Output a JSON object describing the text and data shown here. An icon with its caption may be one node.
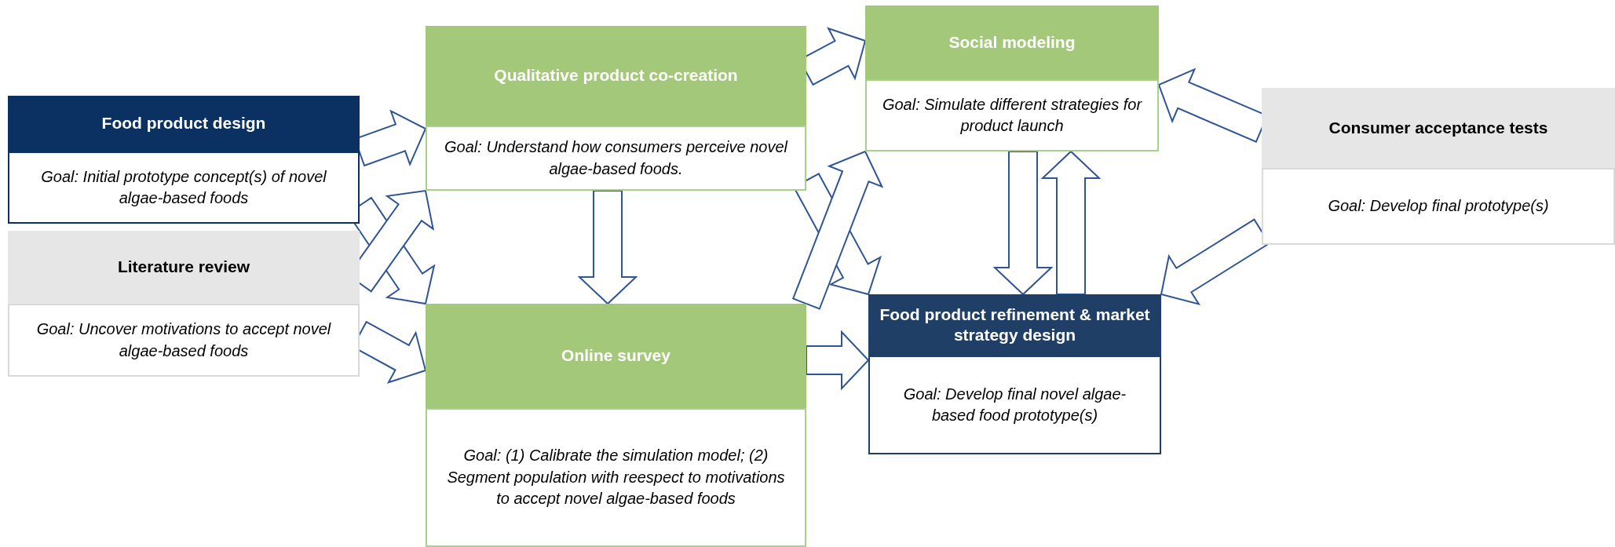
{
  "diagram": {
    "nodes": [
      {
        "text": [
          "Food product design",
          "Goal: Initial prototype concept(s) of novel algae-based foods"
        ]
      },
      {
        "text": [
          "Literature review",
          "Goal: Uncover motivations to accept novel algae-based foods"
        ]
      },
      {
        "text": [
          "Qualitative product co-creation",
          "Goal: Understand how consumers perceive novel algae-based foods."
        ]
      },
      {
        "text": [
          "Online survey",
          "Goal: (1) Calibrate the simulation model; (2) Segment population with reespect to motivations to accept novel algae-based foods"
        ]
      },
      {
        "text": [
          "Social modeling",
          "Goal: Simulate different strategies for product launch"
        ]
      },
      {
        "text": [
          "Food product refinement & market strategy design",
          "Goal: Develop final novel algae-based food prototype(s)"
        ]
      },
      {
        "text": [
          "Consumer acceptance tests",
          "Goal: Develop final prototype(s)"
        ]
      }
    ],
    "edges": [
      {
        "from": 0,
        "to": 2,
        "arrow": "to"
      },
      {
        "from": 0,
        "to": 3,
        "arrow": "to"
      },
      {
        "from": 1,
        "to": 2,
        "arrow": "to"
      },
      {
        "from": 1,
        "to": 3,
        "arrow": "to"
      },
      {
        "from": 2,
        "to": 3,
        "arrow": "to"
      },
      {
        "from": 2,
        "to": 4,
        "arrow": "to"
      },
      {
        "from": 2,
        "to": 5,
        "arrow": "to"
      },
      {
        "from": 3,
        "to": 4,
        "arrow": "to"
      },
      {
        "from": 3,
        "to": 5,
        "arrow": "to"
      },
      {
        "from": 4,
        "to": 5,
        "arrow": "to"
      },
      {
        "from": 5,
        "to": 4,
        "arrow": "to"
      },
      {
        "from": 6,
        "to": 4,
        "arrow": "to"
      },
      {
        "from": 6,
        "to": 5,
        "arrow": "to"
      }
    ]
  }
}
